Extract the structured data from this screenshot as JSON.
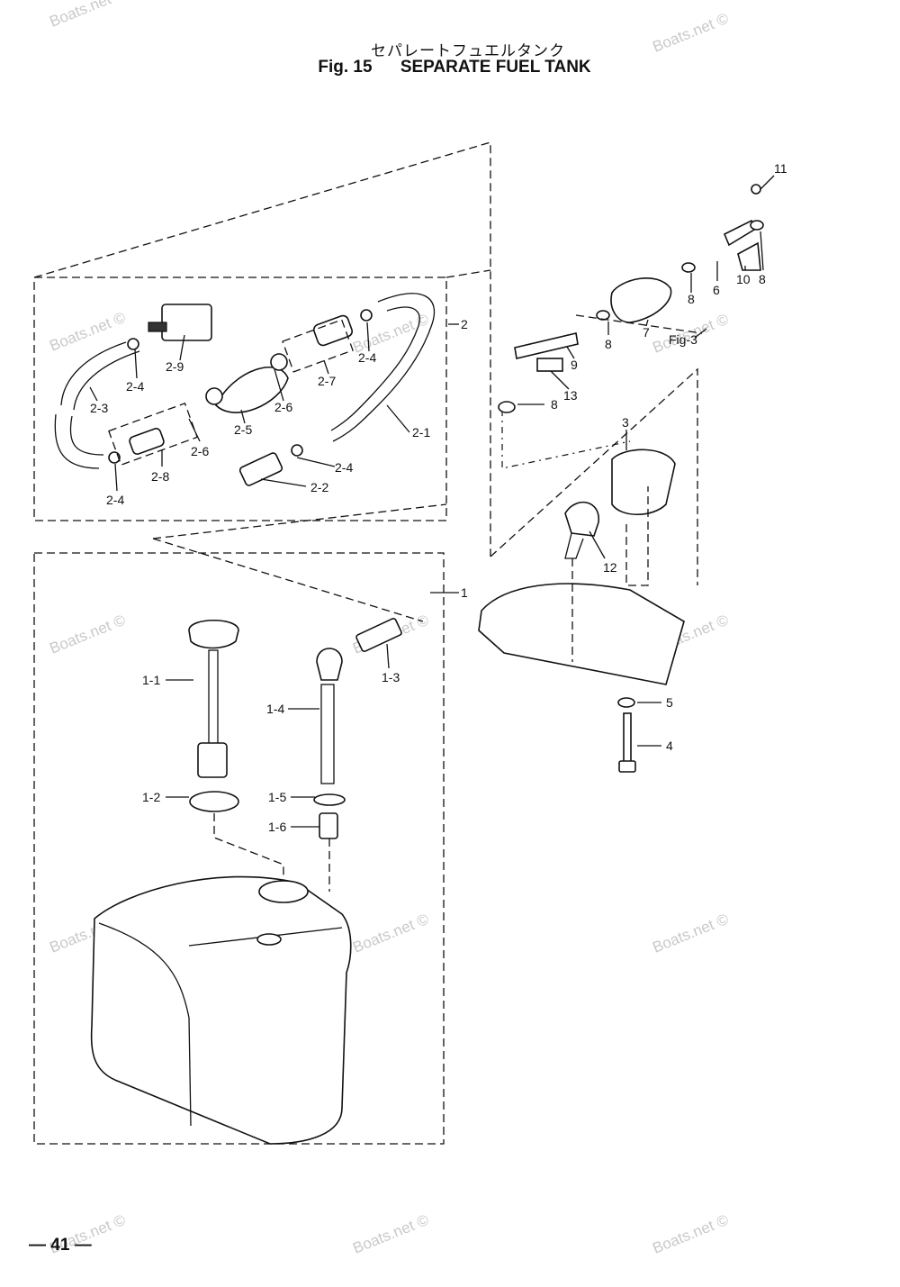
{
  "header": {
    "title_jp": "セパレートフュエルタンク",
    "fig_label": "Fig. 15",
    "title_en": "SEPARATE FUEL TANK"
  },
  "footer": {
    "page_number": "— 41 —"
  },
  "watermark": "Boats.net ©",
  "fig_ref": "Fig-3",
  "callouts": {
    "c1": "1",
    "c1_1": "1-1",
    "c1_2": "1-2",
    "c1_3": "1-3",
    "c1_4": "1-4",
    "c1_5": "1-5",
    "c1_6": "1-6",
    "c2": "2",
    "c2_1": "2-1",
    "c2_2": "2-2",
    "c2_3": "2-3",
    "c2_4": "2-4",
    "c2_5": "2-5",
    "c2_6": "2-6",
    "c2_7": "2-7",
    "c2_8": "2-8",
    "c2_9": "2-9",
    "c3": "3",
    "c4": "4",
    "c5": "5",
    "c6": "6",
    "c7": "7",
    "c8": "8",
    "c9": "9",
    "c10": "10",
    "c11": "11",
    "c12": "12",
    "c13": "13"
  }
}
